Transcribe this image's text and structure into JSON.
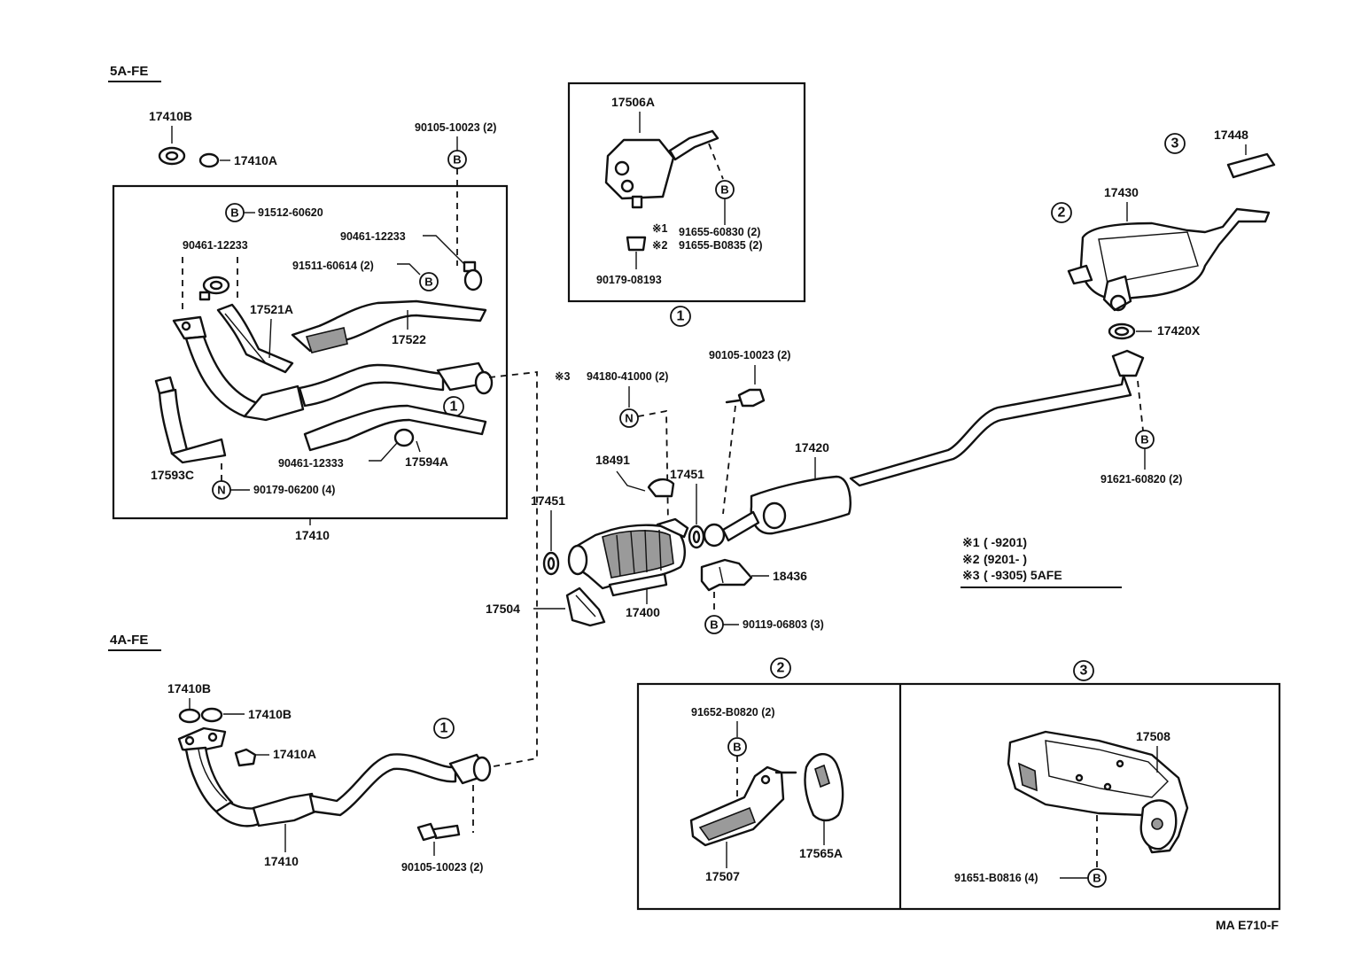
{
  "section_labels": {
    "engine_5afe": "5A-FE",
    "engine_4afe": "4A-FE"
  },
  "callout_numbers": [
    "1",
    "2",
    "3"
  ],
  "symbols": {
    "bolt": "B",
    "nut": "N"
  },
  "part_numbers": {
    "p17410b_top": "17410B",
    "p17410a_top": "17410A",
    "p91512": "91512-60620",
    "p90461_left": "90461-12233",
    "p90461_right": "90461-12233",
    "p91511": "91511-60614 (2)",
    "p90105_top": "90105-10023 (2)",
    "p17521a": "17521A",
    "p17522": "17522",
    "p17593c": "17593C",
    "p90179_06200": "90179-06200 (4)",
    "p90461_12333": "90461-12333",
    "p17594a": "17594A",
    "p17410_box": "17410",
    "p17506a": "17506A",
    "p91655_60830": "91655-60830 (2)",
    "p91655_80835": "91655-B0835 (2)",
    "p90179_08193": "90179-08193",
    "p17448": "17448",
    "p17430": "17430",
    "p17420x": "17420X",
    "p90105_mid": "90105-10023 (2)",
    "p94180": "94180-41000 (2)",
    "p18491": "18491",
    "p17451_right": "17451",
    "p17451_left": "17451",
    "p17420": "17420",
    "p91621": "91621-60820 (2)",
    "p17504": "17504",
    "p17400": "17400",
    "p18436": "18436",
    "p90119": "90119-06803 (3)",
    "p17410b_lower_a": "17410B",
    "p17410b_lower_b": "17410B",
    "p17410a_lower": "17410A",
    "p17410_lower": "17410",
    "p90105_lower": "90105-10023 (2)",
    "p91652": "91652-B0820 (2)",
    "p17507": "17507",
    "p17565a": "17565A",
    "p17508": "17508",
    "p91651": "91651-B0816 (4)"
  },
  "markers": {
    "m1": "※1",
    "m2": "※2",
    "m3": "※3"
  },
  "notes": {
    "n1_mark": "※1",
    "n1_text": "(        -9201)",
    "n2_mark": "※2",
    "n2_text": "(9201-        )",
    "n3_mark": "※3",
    "n3_text": "(        -9305) 5AFE"
  },
  "footer": {
    "code": "MA  E710-F"
  }
}
